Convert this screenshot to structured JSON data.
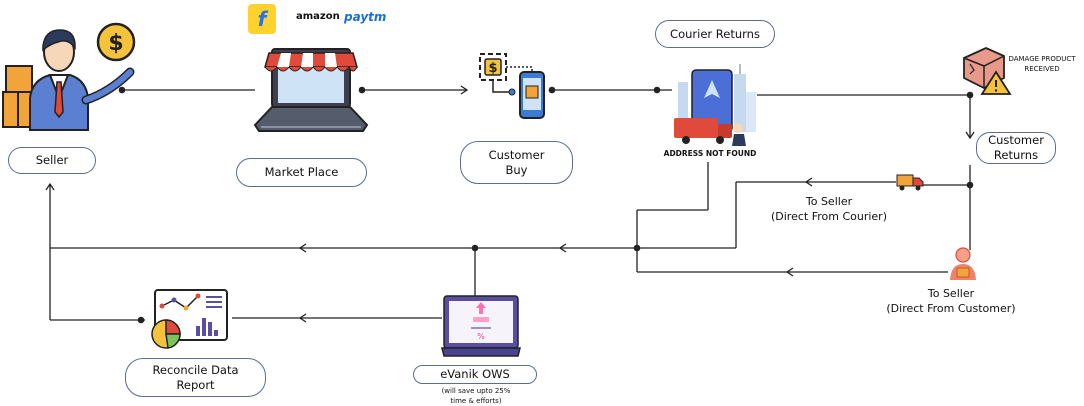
{
  "nodes": {
    "seller": "Seller",
    "market_place": "Market Place",
    "customer_buy_line1": "Customer",
    "customer_buy_line2": "Buy",
    "courier_returns": "Courier Returns",
    "customer_returns_line1": "Customer",
    "customer_returns_line2": "Returns",
    "reconcile_line1": "Reconcile Data",
    "reconcile_line2": "Report",
    "evanik": "eVanik OWS"
  },
  "labels": {
    "address_not_found": "ADDRESS NOT FOUND",
    "damage_line1": "DAMAGE PRODUCT",
    "damage_line2": "RECEIVED",
    "to_seller_courier_line1": "To Seller",
    "to_seller_courier_line2": "(Direct From Courier)",
    "to_seller_customer_line1": "To Seller",
    "to_seller_customer_line2": "(Direct From Customer)",
    "evanik_note_line1": "(will save upto 25%",
    "evanik_note_line2": "time & efforts)"
  },
  "brands": {
    "flipkart": "f",
    "amazon": "amazon",
    "paytm": "paytm"
  },
  "icons": {
    "seller": "businessman-icon",
    "coin": "dollar-coin-icon",
    "laptop": "laptop-store-icon",
    "phone": "mobile-payment-icon",
    "city": "city-delivery-icon",
    "damage": "damaged-box-icon",
    "truck": "delivery-truck-icon",
    "customer": "customer-icon",
    "report": "analytics-report-icon",
    "monitor": "monitor-icon"
  },
  "colors": {
    "line": "#222222",
    "pill_border": "#5b6c8f",
    "accent_orange": "#f2a33a",
    "accent_purple": "#5a4ea3",
    "accent_red": "#e04a3a"
  }
}
